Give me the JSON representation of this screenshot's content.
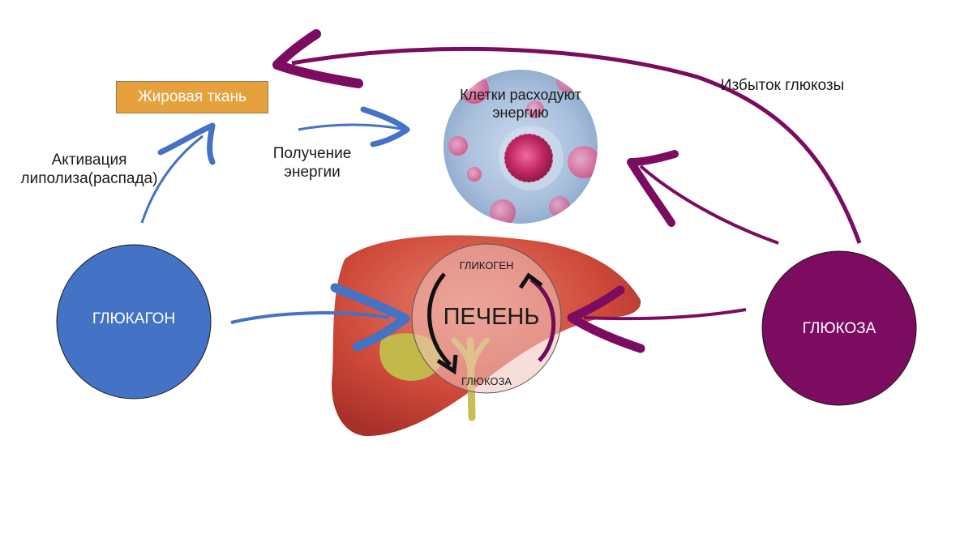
{
  "fat_tissue": "Жировая ткань",
  "cells": {
    "label": "Клетки расходуют\nэнергию"
  },
  "liver": {
    "label": "ПЕЧЕНЬ",
    "glycogen": "ГЛИКОГЕН",
    "glucose": "ГЛЮКОЗА"
  },
  "glucagon": "ГЛЮКАГОН",
  "glucose": "ГЛЮКОЗА",
  "edges": {
    "lipolysis": "Активация\nлиполиза(распада)",
    "energy_gain": "Получение\nэнергии",
    "excess_glucose": "Избыток глюкозы"
  },
  "colors": {
    "glucagon": "#4472c4",
    "glucose": "#7b0c5f",
    "fat": "#e6a13d",
    "liver": "#c8473b"
  }
}
